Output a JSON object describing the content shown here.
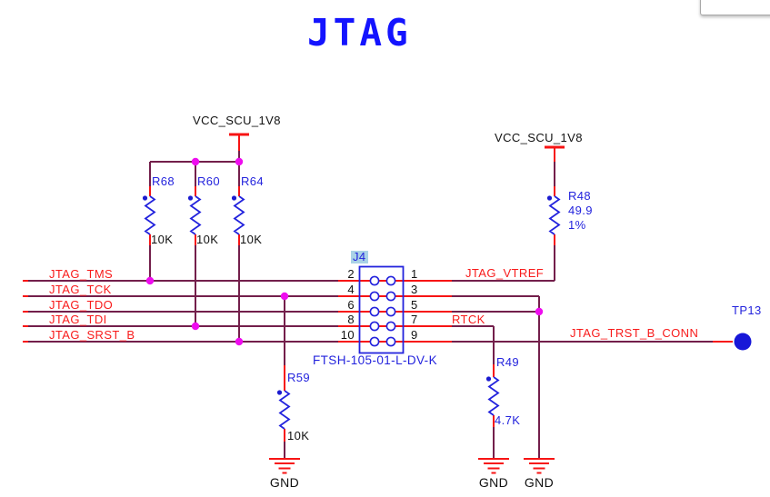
{
  "title": "JTAG",
  "power": {
    "left": "VCC_SCU_1V8",
    "right": "VCC_SCU_1V8"
  },
  "resistors": {
    "r68": {
      "ref": "R68",
      "value": "10K"
    },
    "r60": {
      "ref": "R60",
      "value": "10K"
    },
    "r64": {
      "ref": "R64",
      "value": "10K"
    },
    "r48": {
      "ref": "R48",
      "value": "49.9",
      "tolerance": "1%"
    },
    "r59": {
      "ref": "R59",
      "value": "10K"
    },
    "r49": {
      "ref": "R49",
      "value": "4.7K"
    }
  },
  "connector": {
    "ref": "J4",
    "part_number": "FTSH-105-01-L-DV-K",
    "pins_left": [
      "2",
      "4",
      "6",
      "8",
      "10"
    ],
    "pins_right": [
      "1",
      "3",
      "5",
      "7",
      "9"
    ]
  },
  "nets": {
    "tms": "JTAG_TMS",
    "tck": "JTAG_TCK",
    "tdo": "JTAG_TDO",
    "tdi": "JTAG_TDI",
    "srst": "JTAG_SRST_B",
    "vtref": "JTAG_VTREF",
    "rtck": "RTCK",
    "trst_conn": "JTAG_TRST_B_CONN"
  },
  "testpoint": {
    "ref": "TP13"
  },
  "ground_label": "GND",
  "colors": {
    "title_blue": "#1414ff",
    "component_blue": "#2323dd",
    "net_label_red": "#f81b1b",
    "wire_maroon": "#731f4b",
    "junction_magenta": "#ee0cee",
    "pin1_dot_blue": "#1b1bd0"
  }
}
